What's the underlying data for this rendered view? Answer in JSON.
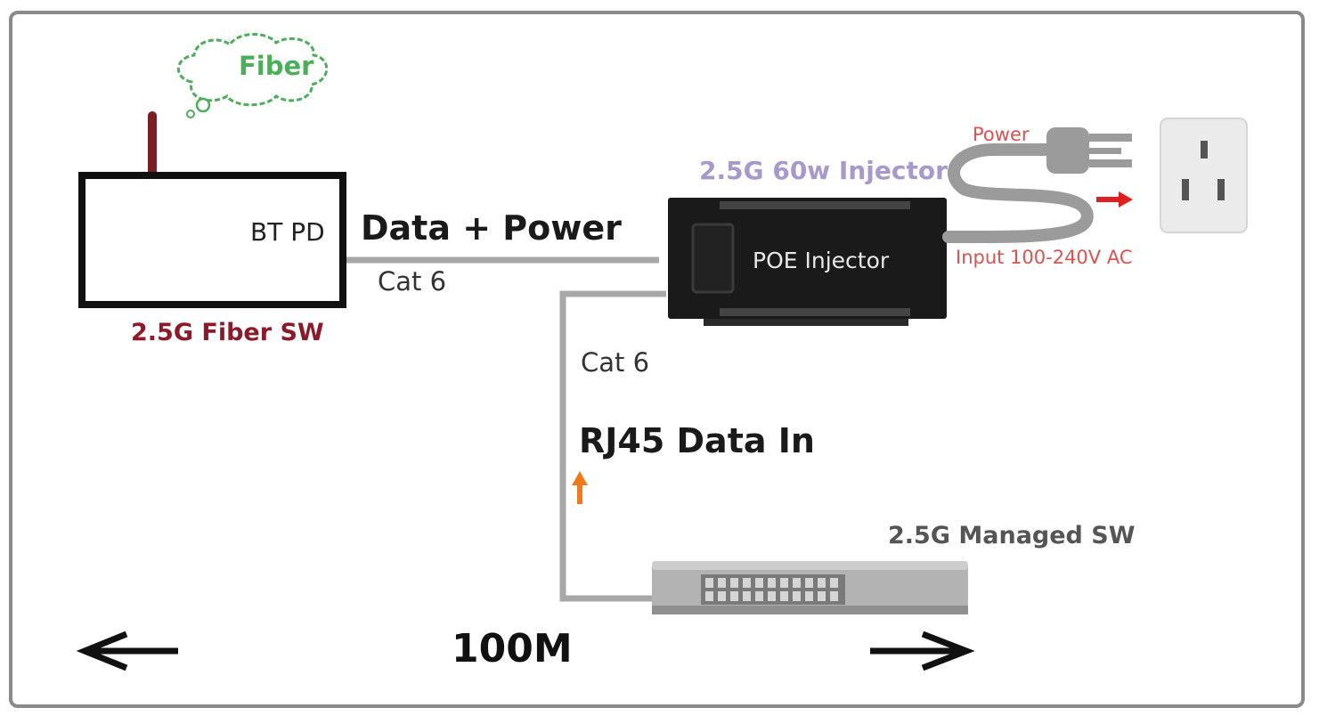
{
  "fiber_cloud": {
    "label": "Fiber",
    "color": "#4cae5a"
  },
  "fiber_switch": {
    "caption": "2.5G Fiber SW",
    "port_label": "BT PD",
    "caption_color": "#8b1a2b"
  },
  "uplink_cable": {
    "label": "Data + Power",
    "type_label": "Cat 6"
  },
  "injector": {
    "title": "2.5G 60w Injector",
    "device_label": "POE Injector",
    "title_color": "#a899cc"
  },
  "power_cord": {
    "label": "Power",
    "input_label": "Input 100-240V AC",
    "accent_color": "#d9534f"
  },
  "downlink_cable": {
    "type_label": "Cat 6",
    "label": "RJ45 Data In",
    "arrow_color": "#f07a1a"
  },
  "managed_switch": {
    "caption": "2.5G Managed SW"
  },
  "distance": {
    "label": "100M"
  }
}
